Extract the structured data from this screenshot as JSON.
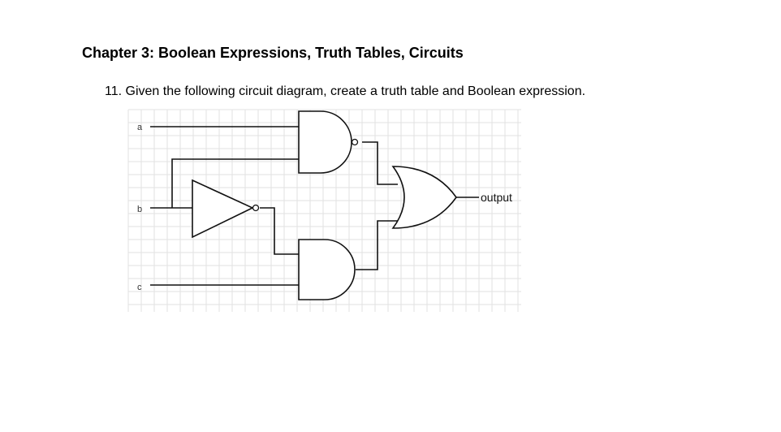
{
  "heading": "Chapter 3: Boolean Expressions, Truth Tables, Circuits",
  "question": "11. Given the following circuit diagram, create a truth table and Boolean expression.",
  "diagram": {
    "inputs": [
      {
        "label": "a"
      },
      {
        "label": "b"
      },
      {
        "label": "c"
      }
    ],
    "output_label": "output",
    "gates": [
      "NAND",
      "NOT",
      "AND",
      "OR"
    ]
  }
}
